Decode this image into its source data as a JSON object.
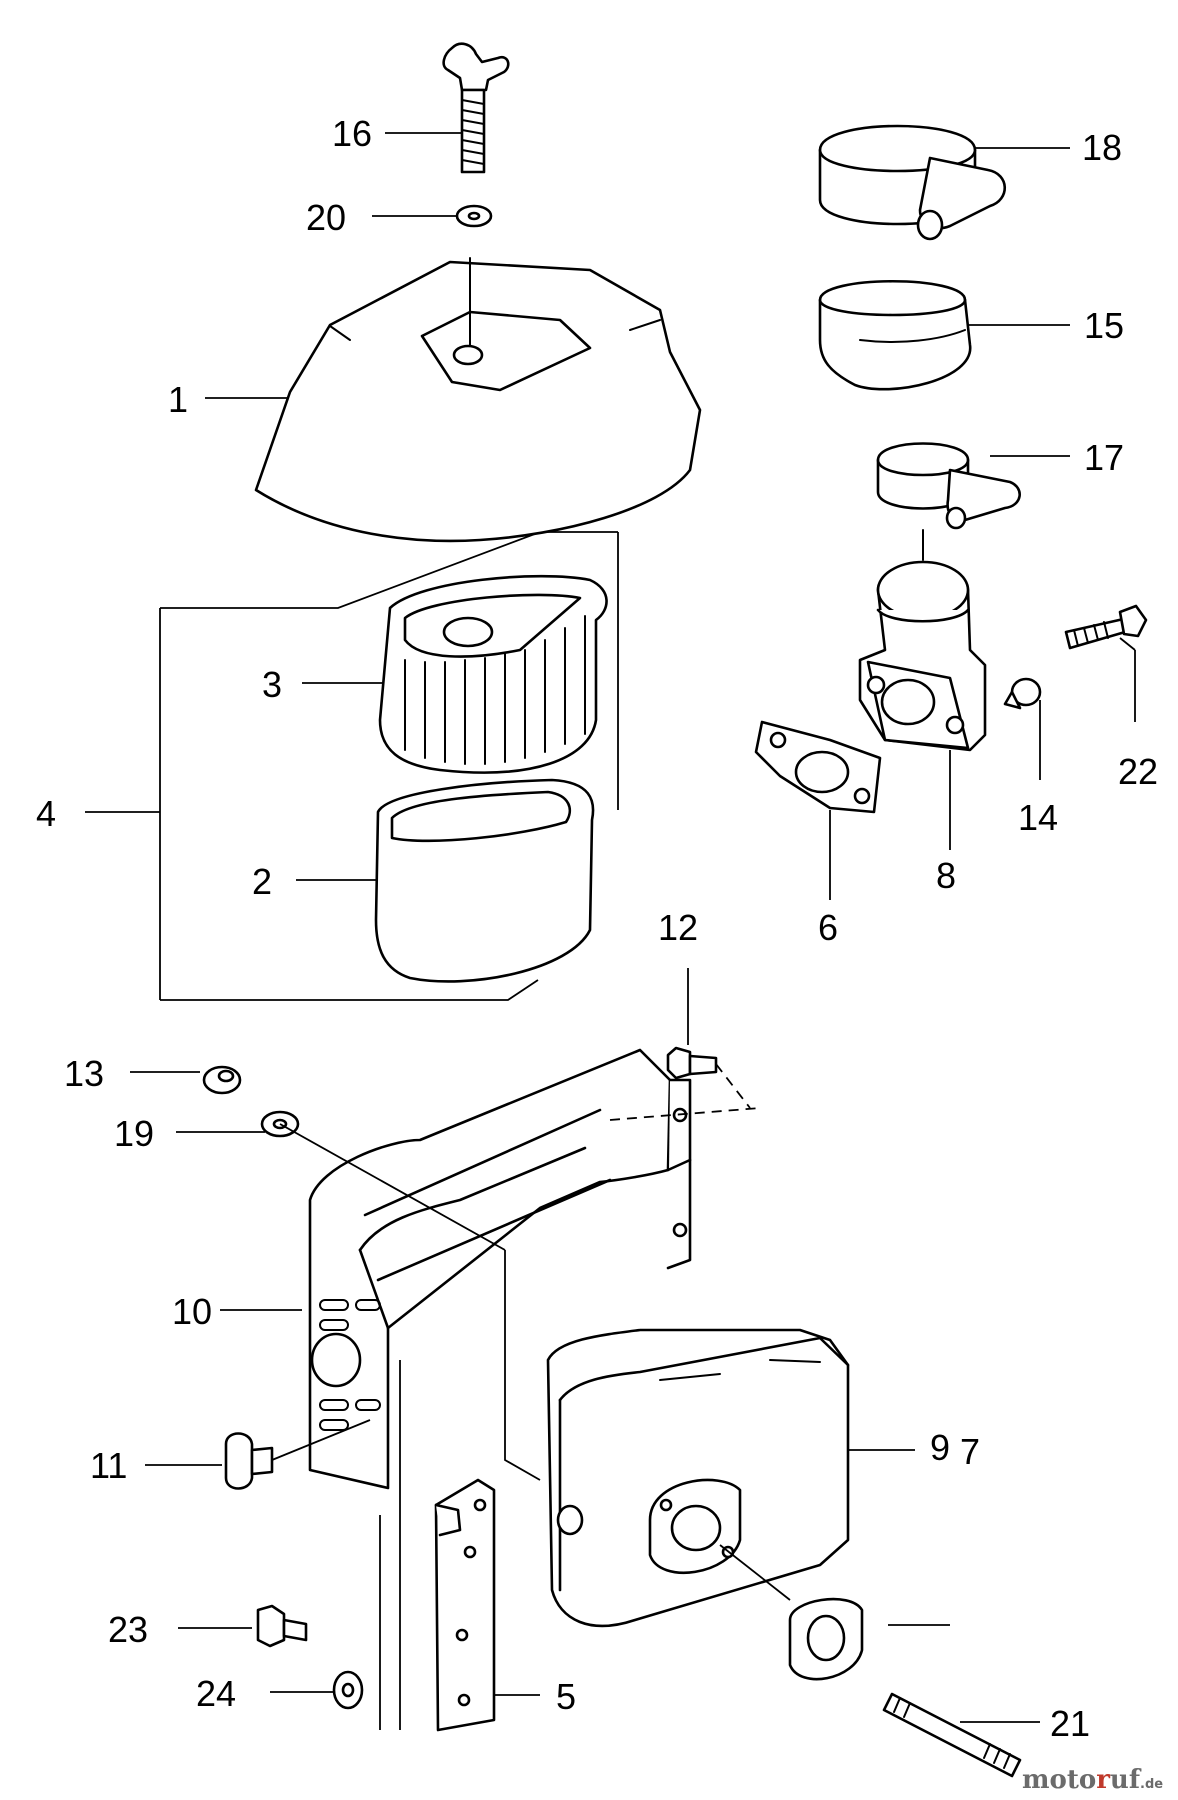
{
  "labels": [
    "1",
    "2",
    "3",
    "4",
    "5",
    "6",
    "7",
    "8",
    "9",
    "10",
    "11",
    "12",
    "13",
    "14",
    "15",
    "16",
    "17",
    "18",
    "19",
    "20",
    "21",
    "22",
    "23",
    "24"
  ],
  "watermark": {
    "pre": "moto",
    "r": "r",
    "post": "uf",
    "suffix": ".de"
  },
  "colors": {
    "line": "#000000",
    "background": "#ffffff",
    "watermark": "#6b6b6b",
    "watermark_accent": "#c0392b"
  }
}
